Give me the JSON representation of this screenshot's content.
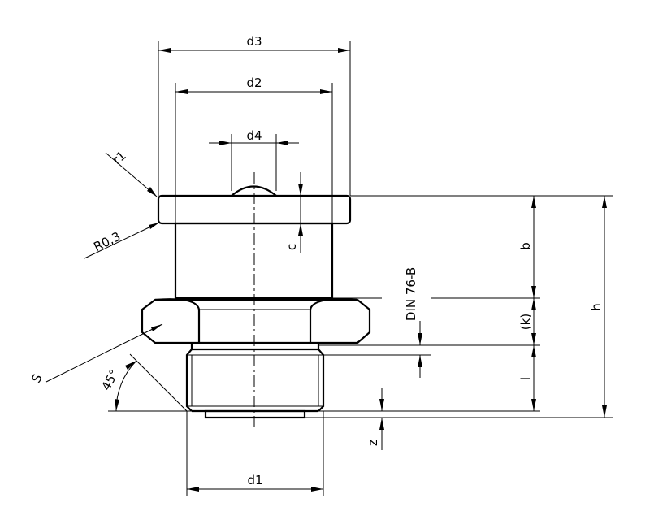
{
  "diagram": {
    "labels": {
      "d1": "d1",
      "d2": "d2",
      "d3": "d3",
      "d4": "d4",
      "r1": "r1",
      "r03": "R0,3",
      "c": "c",
      "b": "b",
      "din": "DIN 76-B",
      "k": "(k)",
      "h": "h",
      "l": "l",
      "s": "S",
      "angle": "45°",
      "z": "z"
    }
  }
}
